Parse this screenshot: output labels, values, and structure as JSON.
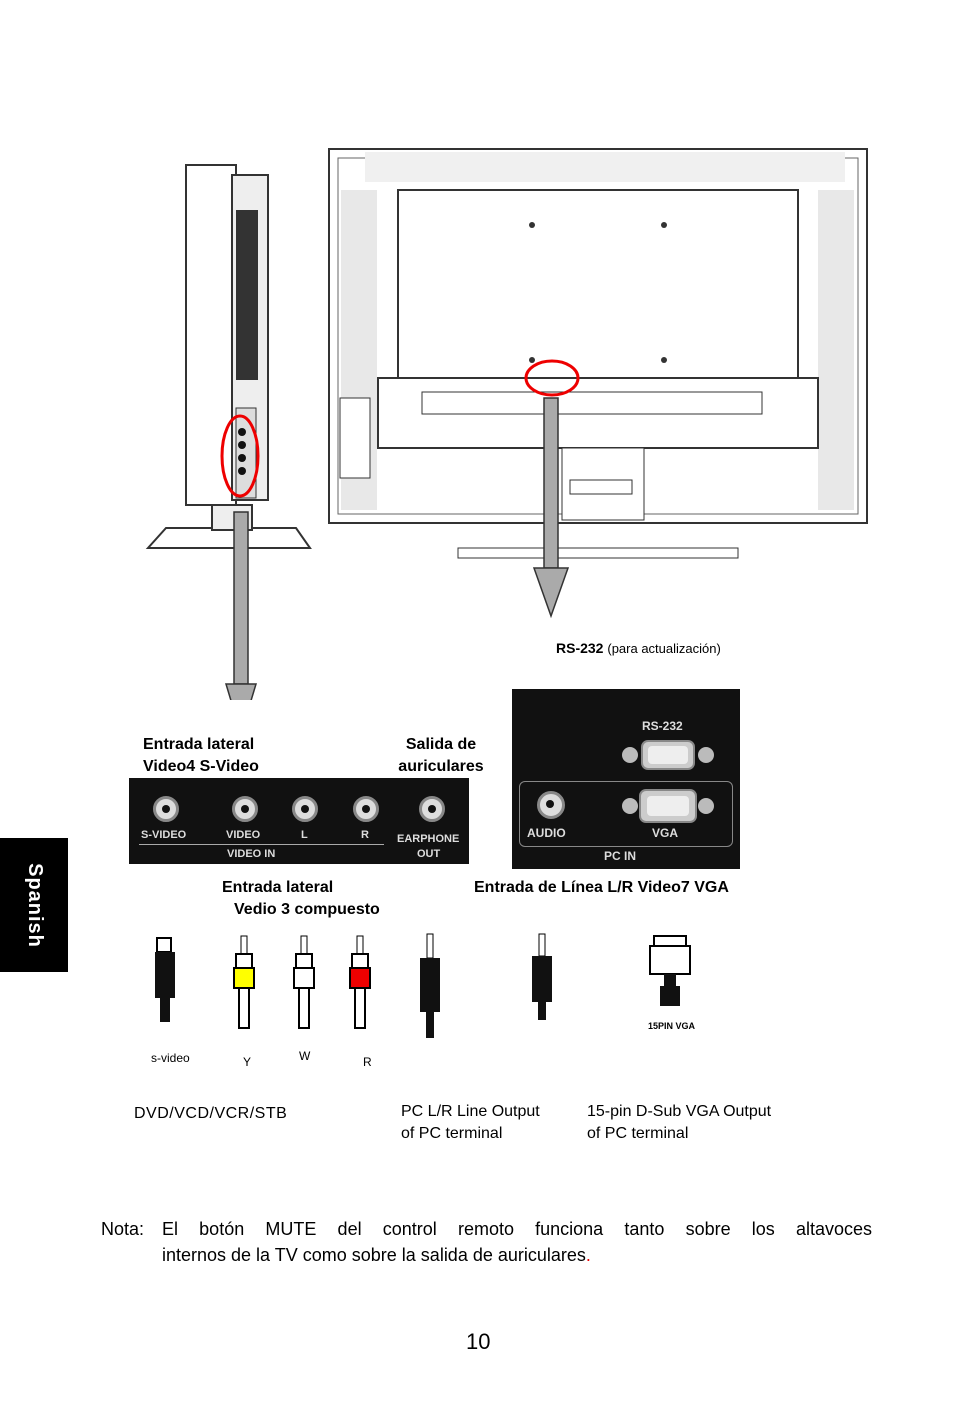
{
  "side_tab": {
    "label": "Spanish"
  },
  "rs232_label": {
    "bold": "RS-232",
    "rest": "(para actualización)"
  },
  "labels": {
    "side_video4_line1": "Entrada lateral",
    "side_video4_line2": "Video4 S-Video",
    "earphone_line1": "Salida de",
    "earphone_line2": "auriculares",
    "side_video3_line1": "Entrada lateral",
    "side_video3_line2": "Vedio 3 compuesto",
    "line_in": "Entrada de Línea L/R Video7 VGA"
  },
  "video_panel": {
    "svideo": "S-VIDEO",
    "video": "VIDEO",
    "l": "L",
    "r": "R",
    "video_in": "VIDEO IN",
    "earphone": "EARPHONE",
    "out": "OUT"
  },
  "pc_panel": {
    "rs232": "RS-232",
    "audio": "AUDIO",
    "vga": "VGA",
    "pc_in": "PC  IN"
  },
  "cables": {
    "svideo": "s-video",
    "y": "Y",
    "w": "W",
    "r": "R",
    "vga15": "15PIN VGA"
  },
  "captions": {
    "dvd": "DVD/VCD/VCR/STB",
    "pc_lr_line1": "PC L/R Line Output",
    "pc_lr_line2": "of PC terminal",
    "vga_line1": "15-pin D-Sub VGA Output",
    "vga_line2": "of PC terminal"
  },
  "note": {
    "prefix": "Nota:",
    "line1": "El botón MUTE del control remoto funciona tanto sobre los altavoces",
    "line2": "internos de la TV como sobre la salida de auriculares",
    "end": "."
  },
  "page_number": "10"
}
